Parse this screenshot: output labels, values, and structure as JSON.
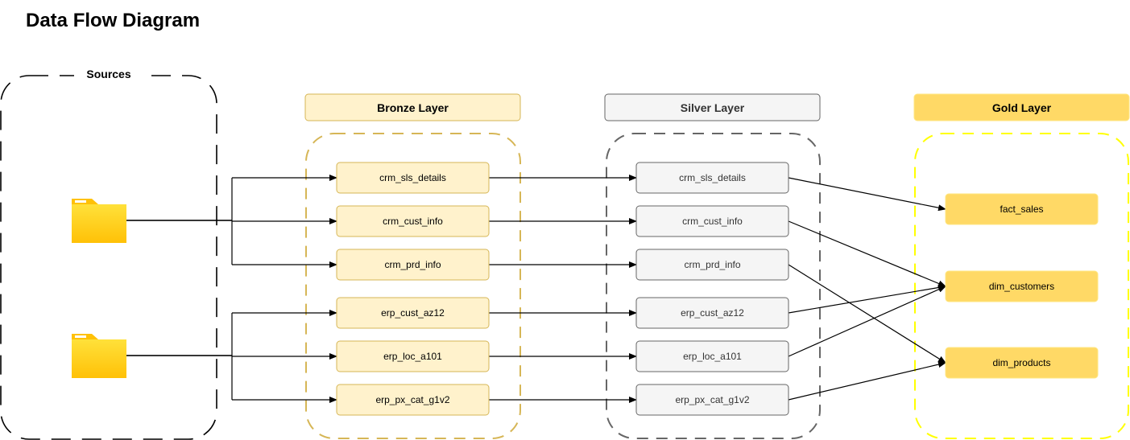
{
  "title": "Data Flow Diagram",
  "sources": {
    "label": "Sources",
    "items": [
      {
        "icon": "folder-icon"
      },
      {
        "icon": "folder-icon"
      }
    ]
  },
  "layers": {
    "bronze": {
      "label": "Bronze Layer",
      "tables": [
        "crm_sls_details",
        "crm_cust_info",
        "crm_prd_info",
        "erp_cust_az12",
        "erp_loc_a101",
        "erp_px_cat_g1v2"
      ]
    },
    "silver": {
      "label": "Silver Layer",
      "tables": [
        "crm_sls_details",
        "crm_cust_info",
        "crm_prd_info",
        "erp_cust_az12",
        "erp_loc_a101",
        "erp_px_cat_g1v2"
      ]
    },
    "gold": {
      "label": "Gold Layer",
      "tables": [
        "fact_sales",
        "dim_customers",
        "dim_products"
      ]
    }
  },
  "colors": {
    "bronze_fill": "#fff2cc",
    "bronze_stroke": "#d6b656",
    "silver_fill": "#f5f5f5",
    "silver_stroke": "#666666",
    "gold_fill": "#ffd966",
    "gold_stroke": "#ffff00",
    "folder": "#ffc107"
  },
  "edges": {
    "source_to_bronze": [
      [
        0,
        0
      ],
      [
        0,
        1
      ],
      [
        0,
        2
      ],
      [
        1,
        3
      ],
      [
        1,
        4
      ],
      [
        1,
        5
      ]
    ],
    "bronze_to_silver": [
      [
        0,
        0
      ],
      [
        1,
        1
      ],
      [
        2,
        2
      ],
      [
        3,
        3
      ],
      [
        4,
        4
      ],
      [
        5,
        5
      ]
    ],
    "silver_to_gold": [
      [
        0,
        0
      ],
      [
        1,
        1
      ],
      [
        2,
        2
      ],
      [
        3,
        1
      ],
      [
        4,
        1
      ],
      [
        5,
        2
      ]
    ]
  }
}
